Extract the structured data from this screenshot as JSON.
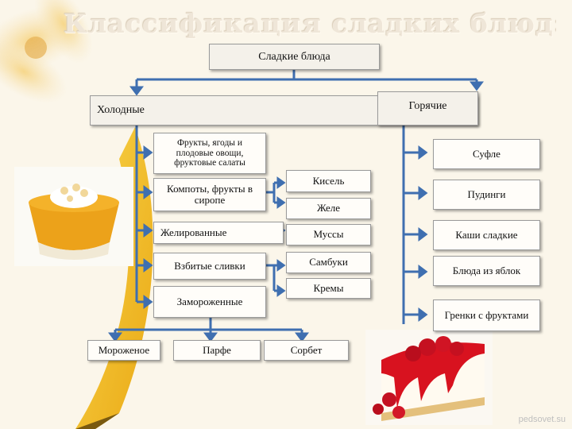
{
  "title": "Классификация сладких блюд:",
  "root": "Сладкие блюда",
  "cold": {
    "label": "Холодные",
    "items": [
      "Фрукты, ягоды и плодовые овощи, фруктовые салаты",
      "Компоты, фрукты в сиропе",
      "Желированные",
      "Взбитые сливки",
      "Замороженные"
    ],
    "middle": [
      "Кисель",
      "Желе",
      "Муссы",
      "Самбуки",
      "Кремы"
    ],
    "frozen": [
      "Мороженое",
      "Парфе",
      "Сорбет"
    ]
  },
  "hot": {
    "label": "Горячие",
    "items": [
      "Суфле",
      "Пудинги",
      "Каши сладкие",
      "Блюда из яблок",
      "Гренки с фруктами"
    ]
  },
  "watermark": "pedsovet.su",
  "colors": {
    "arrow": "#3f6fb0",
    "banana": "#f3c21e",
    "flower": "#e7a94a"
  }
}
